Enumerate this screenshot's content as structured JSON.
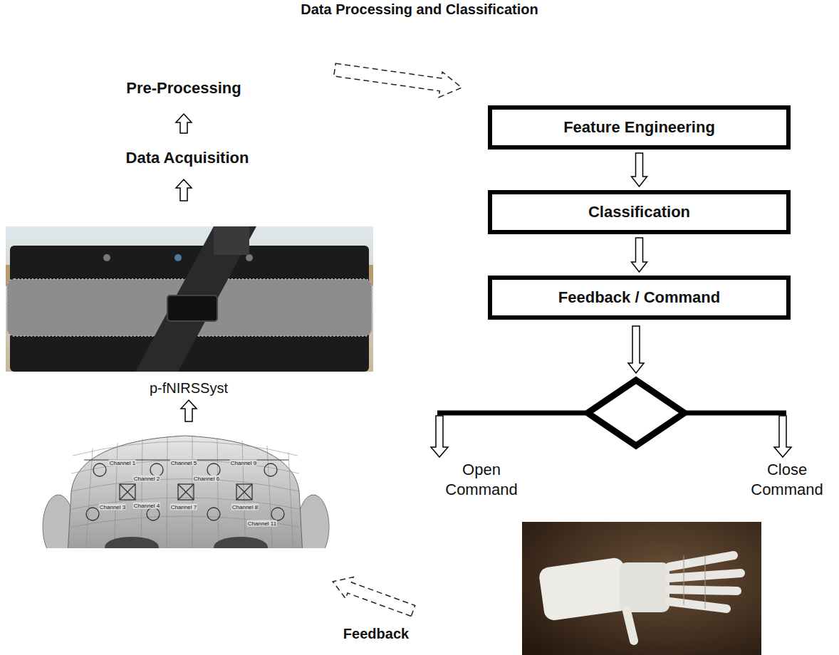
{
  "diagram": {
    "title": "Data Processing and Classification",
    "nodes": [
      {
        "text": [
          "Feature Engineering"
        ]
      },
      {
        "text": [
          "Classification"
        ]
      },
      {
        "text": [
          "Feedback / Command"
        ]
      }
    ],
    "edges": [
      {
        "from": 0,
        "to": 1,
        "arrow": "to"
      },
      {
        "from": 1,
        "to": 2,
        "arrow": "to"
      }
    ],
    "labels": [
      "Pre-Processing",
      "Data Acquisition",
      "p-fNIRSSyst",
      "Channel 1",
      "Channel 2",
      "Channel 5",
      "Channel 6",
      "Channel 9",
      "Channel 3",
      "Channel 4",
      "Channel 7",
      "Channel 8",
      "Channel 11",
      "Open Command",
      "Close Command",
      "Feedback"
    ]
  }
}
